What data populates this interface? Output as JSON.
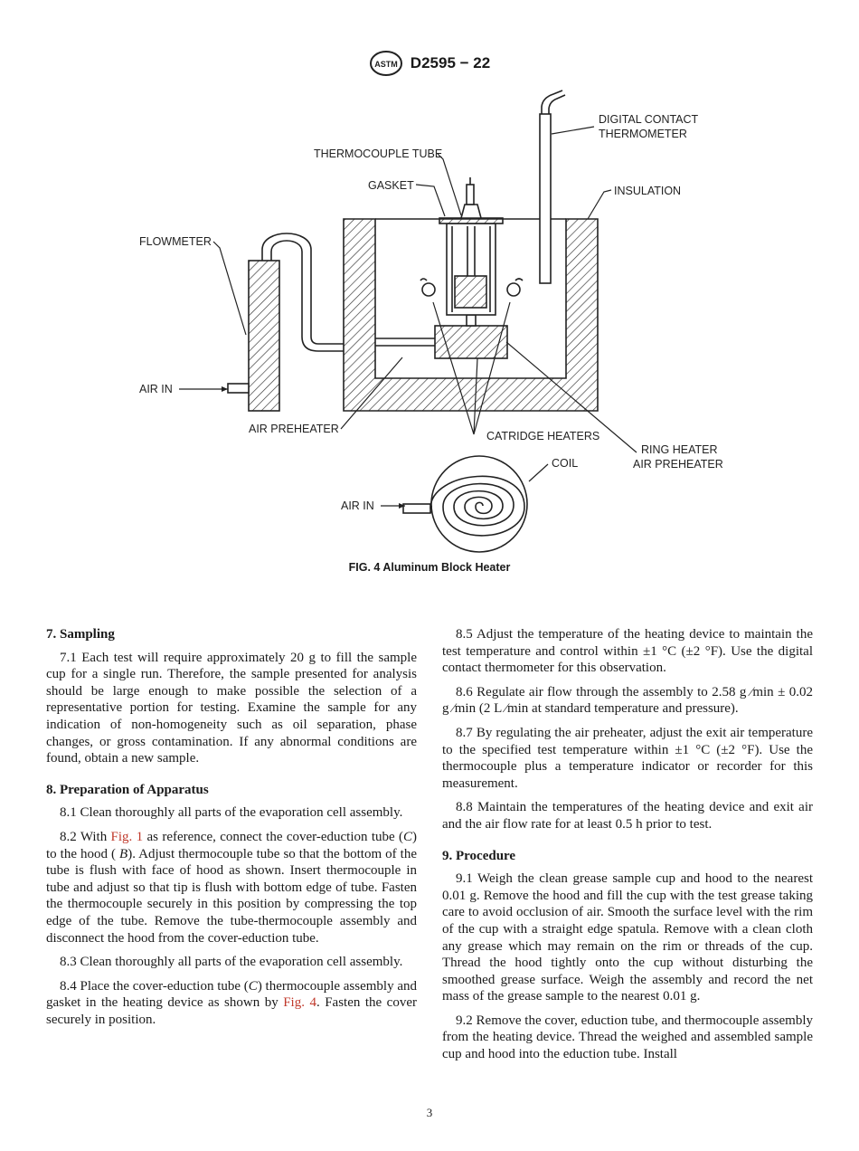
{
  "header": {
    "doc_id": "D2595 − 22",
    "logo_text": "ASTM"
  },
  "figure": {
    "labels": {
      "digital_thermo_1": "DIGITAL CONTACT",
      "digital_thermo_2": "THERMOMETER",
      "thermocouple_tube": "THERMOCOUPLE TUBE",
      "gasket": "GASKET",
      "insulation": "INSULATION",
      "flowmeter": "FLOWMETER",
      "air_in_1": "AIR IN",
      "air_preheater": "AIR PREHEATER",
      "catridge_heaters": "CATRIDGE HEATERS",
      "ring_heater_1": "RING HEATER",
      "ring_heater_2": "AIR PREHEATER",
      "coil": "COIL",
      "air_in_2": "AIR IN"
    },
    "caption": "FIG. 4 Aluminum Block Heater"
  },
  "left_column": {
    "s7_heading": "7. Sampling",
    "p7_1": "7.1 Each test will require approximately 20 g to fill the sample cup for a single run. Therefore, the sample presented for analysis should be large enough to make possible the selection of a representative portion for testing. Examine the sample for any indication of non-homogeneity such as oil separation, phase changes, or gross contamination. If any abnormal conditions are found, obtain a new sample.",
    "s8_heading": "8. Preparation of Apparatus",
    "p8_1": "8.1 Clean thoroughly all parts of the evaporation cell assembly.",
    "p8_2_a": "8.2 With ",
    "p8_2_ref": "Fig. 1",
    "p8_2_b": " as reference, connect the cover-eduction tube (",
    "p8_2_c": "C",
    "p8_2_d": ") to the hood ( ",
    "p8_2_e": "B",
    "p8_2_f": "). Adjust thermocouple tube so that the bottom of the tube is flush with face of hood as shown. Insert thermocouple in tube and adjust so that tip is flush with bottom edge of tube. Fasten the thermocouple securely in this position by compressing the top edge of the tube. Remove the tube-thermocouple assembly and disconnect the hood from the cover-eduction tube.",
    "p8_3": "8.3 Clean thoroughly all parts of the evaporation cell assembly.",
    "p8_4_a": "8.4 Place the cover-eduction tube (",
    "p8_4_b": "C",
    "p8_4_c": ") thermocouple assembly and gasket in the heating device as shown by ",
    "p8_4_ref": "Fig. 4",
    "p8_4_d": ". Fasten the cover securely in position."
  },
  "right_column": {
    "p8_5": "8.5 Adjust the temperature of the heating device to maintain the test temperature and control within ±1 °C (±2 °F). Use the digital contact thermometer for this observation.",
    "p8_6": "8.6 Regulate air flow through the assembly to 2.58 g ⁄min ± 0.02 g ⁄min (2 L ⁄min at standard temperature and pressure).",
    "p8_7": "8.7 By regulating the air preheater, adjust the exit air temperature to the specified test temperature within ±1 °C (±2 °F). Use the thermocouple plus a temperature indicator or recorder for this measurement.",
    "p8_8": "8.8 Maintain the temperatures of the heating device and exit air and the air flow rate for at least 0.5 h prior to test.",
    "s9_heading": "9. Procedure",
    "p9_1": "9.1 Weigh the clean grease sample cup and hood to the nearest 0.01 g. Remove the hood and fill the cup with the test grease taking care to avoid occlusion of air. Smooth the surface level with the rim of the cup with a straight edge spatula. Remove with a clean cloth any grease which may remain on the rim or threads of the cup. Thread the hood tightly onto the cup without disturbing the smoothed grease surface. Weigh the assembly and record the net mass of the grease sample to the nearest 0.01 g.",
    "p9_2": "9.2 Remove the cover, eduction tube, and thermocouple assembly from the heating device. Thread the weighed and assembled sample cup and hood into the eduction tube. Install"
  },
  "footer": {
    "page_number": "3"
  }
}
